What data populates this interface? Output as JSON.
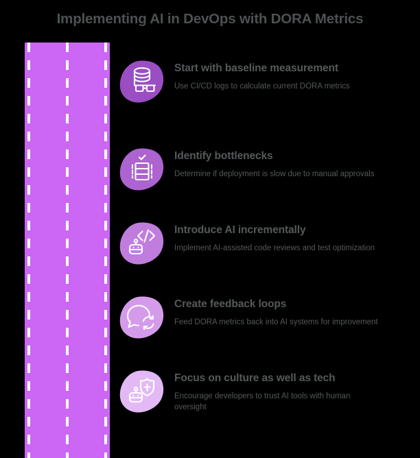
{
  "page": {
    "title": "Implementing AI in DevOps with DORA Metrics",
    "background_color": "#000000",
    "title_color": "#4d5152",
    "text_color": "#55595a"
  },
  "road": {
    "band_color": "#cc66f5",
    "lane_marking_color": "#ffffff",
    "lane_count": 3
  },
  "steps": [
    {
      "index": "1",
      "icon": "database-network-icon",
      "badge_color": "#9b4ec4",
      "title": "Start with baseline measurement",
      "description": "Use CI/CD logs to calculate current DORA metrics"
    },
    {
      "index": "2",
      "icon": "server-rack-check-icon",
      "badge_color": "#ad63d0",
      "title": "Identify bottlenecks",
      "description": "Determine if deployment is slow due to manual approvals"
    },
    {
      "index": "3",
      "icon": "robot-code-icon",
      "badge_color": "#c07ddd",
      "title": "Introduce AI incrementally",
      "description": "Implement AI-assisted code reviews and test optimization"
    },
    {
      "index": "4",
      "icon": "feedback-loop-icon",
      "badge_color": "#d49bea",
      "title": "Create feedback loops",
      "description": "Feed DORA metrics back into AI systems for improvement"
    },
    {
      "index": "5",
      "icon": "robot-shield-icon",
      "badge_color": "#e3b9f5",
      "title": "Focus on culture as well as tech",
      "description": "Encourage developers to trust AI tools with human oversight"
    }
  ]
}
